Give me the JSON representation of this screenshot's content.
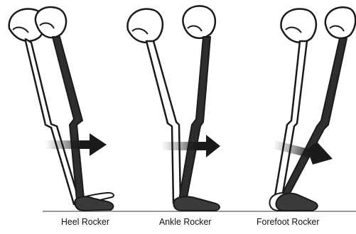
{
  "panels": [
    {
      "id": "heel",
      "label": "Heel Rocker"
    },
    {
      "id": "ankle",
      "label": "Ankle Rocker"
    },
    {
      "id": "forefoot",
      "label": "Forefoot Rocker"
    }
  ],
  "colors": {
    "background": "#ffffff",
    "outline": "#1a1a1a",
    "stance_leg": "#2e2e2e",
    "swing_leg": "#ffffff",
    "ground": "#9a9a9a",
    "arrow": "#1a1a1a"
  }
}
